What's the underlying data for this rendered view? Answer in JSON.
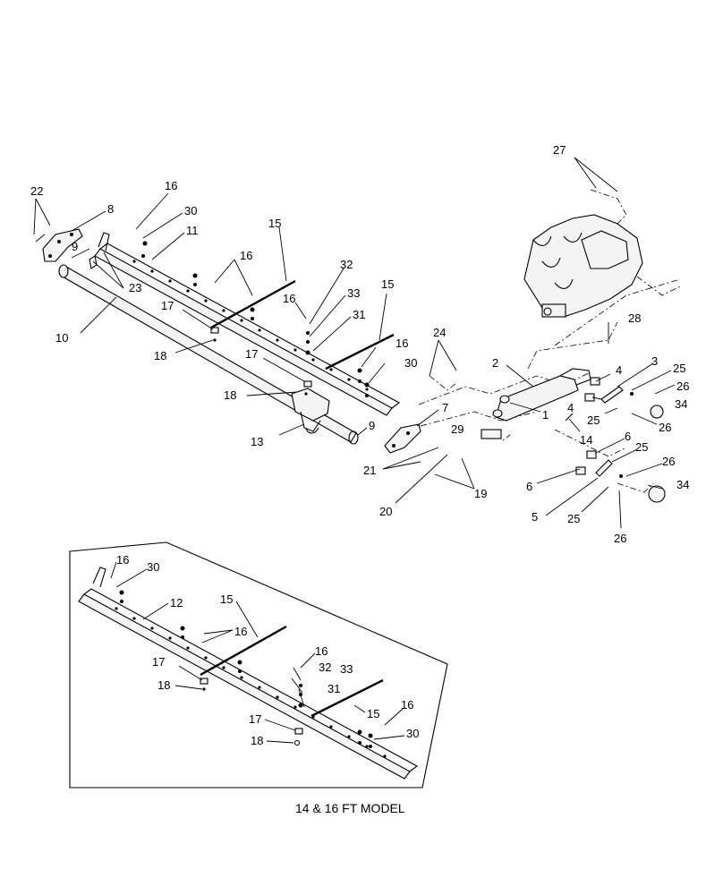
{
  "figure": {
    "caption": "14  & 16 FT MODEL"
  },
  "callouts": [
    {
      "id": "c22",
      "text": "22"
    },
    {
      "id": "c8",
      "text": "8"
    },
    {
      "id": "c16a",
      "text": "16"
    },
    {
      "id": "c30a",
      "text": "30"
    },
    {
      "id": "c11",
      "text": "11"
    },
    {
      "id": "c9a",
      "text": "9"
    },
    {
      "id": "c23",
      "text": "23"
    },
    {
      "id": "c15a",
      "text": "15"
    },
    {
      "id": "c16b",
      "text": "16"
    },
    {
      "id": "c32a",
      "text": "32"
    },
    {
      "id": "c33a",
      "text": "33"
    },
    {
      "id": "c16c",
      "text": "16"
    },
    {
      "id": "c31a",
      "text": "31"
    },
    {
      "id": "c15b",
      "text": "15"
    },
    {
      "id": "c10",
      "text": "10"
    },
    {
      "id": "c17a",
      "text": "17"
    },
    {
      "id": "c18a",
      "text": "18"
    },
    {
      "id": "c17b",
      "text": "17"
    },
    {
      "id": "c16d",
      "text": "16"
    },
    {
      "id": "c30b",
      "text": "30"
    },
    {
      "id": "c24",
      "text": "24"
    },
    {
      "id": "c18b",
      "text": "18"
    },
    {
      "id": "c9b",
      "text": "9"
    },
    {
      "id": "c13",
      "text": "13"
    },
    {
      "id": "c7",
      "text": "7"
    },
    {
      "id": "c21",
      "text": "21"
    },
    {
      "id": "c20",
      "text": "20"
    },
    {
      "id": "c19",
      "text": "19"
    },
    {
      "id": "c29",
      "text": "29"
    },
    {
      "id": "c27",
      "text": "27"
    },
    {
      "id": "c28",
      "text": "28"
    },
    {
      "id": "c2",
      "text": "2"
    },
    {
      "id": "c1",
      "text": "1"
    },
    {
      "id": "c4a",
      "text": "4"
    },
    {
      "id": "c4b",
      "text": "4"
    },
    {
      "id": "c3",
      "text": "3"
    },
    {
      "id": "c25a",
      "text": "25"
    },
    {
      "id": "c26a",
      "text": "26"
    },
    {
      "id": "c34a",
      "text": "34"
    },
    {
      "id": "c25b",
      "text": "25"
    },
    {
      "id": "c26b",
      "text": "26"
    },
    {
      "id": "c14",
      "text": "14"
    },
    {
      "id": "c6a",
      "text": "6"
    },
    {
      "id": "c25c",
      "text": "25"
    },
    {
      "id": "c26c",
      "text": "26"
    },
    {
      "id": "c6b",
      "text": "6"
    },
    {
      "id": "c34b",
      "text": "34"
    },
    {
      "id": "c5",
      "text": "5"
    },
    {
      "id": "c25d",
      "text": "25"
    },
    {
      "id": "c26d",
      "text": "26"
    },
    {
      "id": "i16a",
      "text": "16"
    },
    {
      "id": "i30a",
      "text": "30"
    },
    {
      "id": "i12",
      "text": "12"
    },
    {
      "id": "i15a",
      "text": "15"
    },
    {
      "id": "i16b",
      "text": "16"
    },
    {
      "id": "i16c",
      "text": "16"
    },
    {
      "id": "i32",
      "text": "32"
    },
    {
      "id": "i33",
      "text": "33"
    },
    {
      "id": "i17a",
      "text": "17"
    },
    {
      "id": "i31",
      "text": "31"
    },
    {
      "id": "i18a",
      "text": "18"
    },
    {
      "id": "i15b",
      "text": "15"
    },
    {
      "id": "i16d",
      "text": "16"
    },
    {
      "id": "i17b",
      "text": "17"
    },
    {
      "id": "i30b",
      "text": "30"
    },
    {
      "id": "i18b",
      "text": "18"
    }
  ]
}
